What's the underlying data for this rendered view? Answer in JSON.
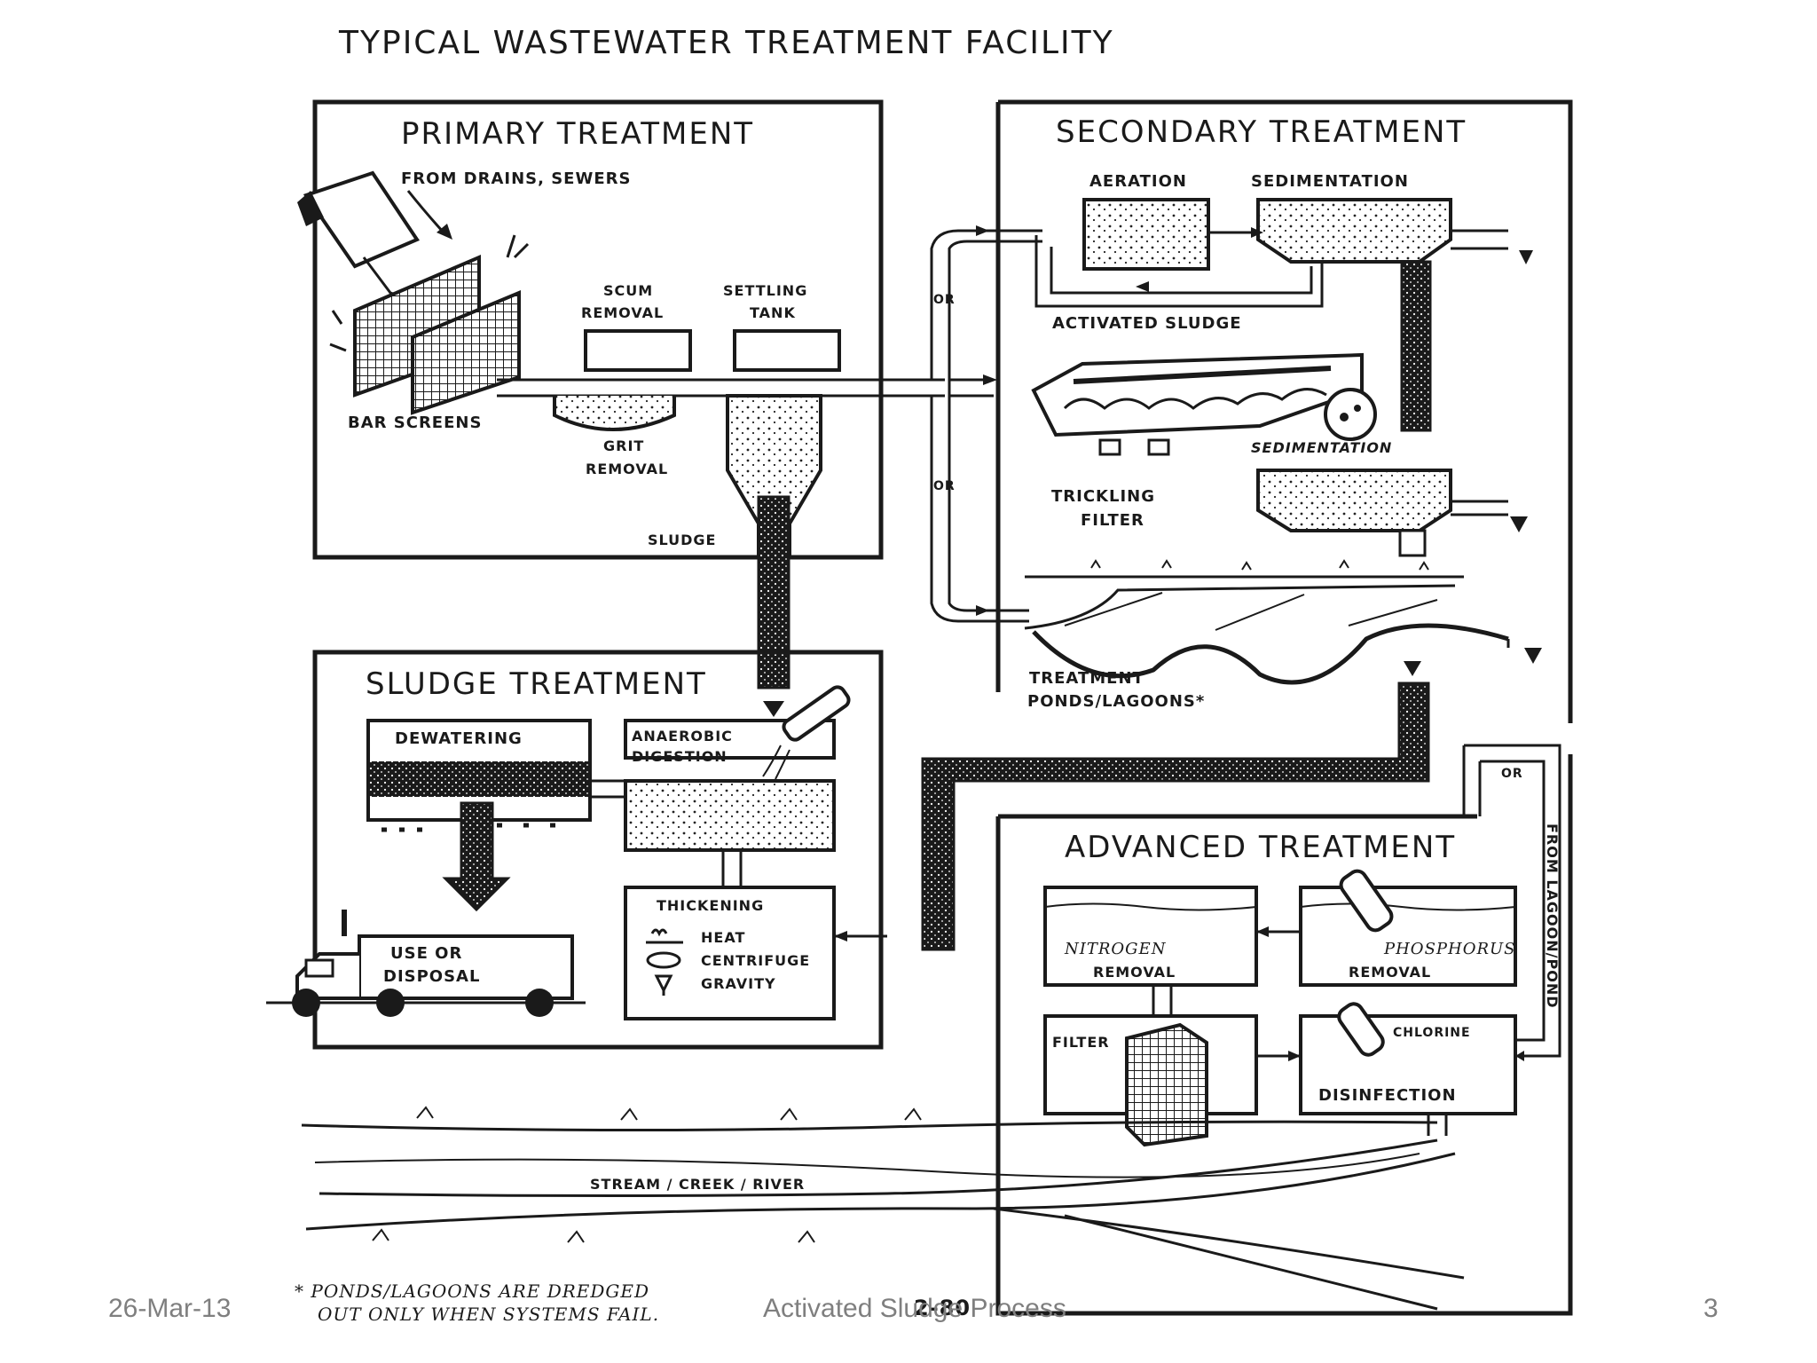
{
  "diagram": {
    "title": "TYPICAL WASTEWATER TREATMENT FACILITY",
    "primary": {
      "heading": "PRIMARY TREATMENT",
      "inflow": "FROM DRAINS, SEWERS",
      "scum": [
        "SCUM",
        "REMOVAL"
      ],
      "settling": [
        "SETTLING",
        "TANK"
      ],
      "bar_screens": "BAR SCREENS",
      "grit": [
        "GRIT",
        "REMOVAL"
      ],
      "sludge": "SLUDGE"
    },
    "secondary": {
      "heading": "SECONDARY TREATMENT",
      "aeration": "AERATION",
      "sedimentation_top": "SEDIMENTATION",
      "activated_sludge": "ACTIVATED SLUDGE",
      "or_1": "OR",
      "or_2": "OR",
      "sedimentation_mid": "SEDIMENTATION",
      "trickling": [
        "TRICKLING",
        "FILTER"
      ],
      "ponds": [
        "TREATMENT",
        "PONDS/LAGOONS*"
      ]
    },
    "sludge": {
      "heading": "SLUDGE TREATMENT",
      "dewatering": "DEWATERING",
      "anaerobic": [
        "ANAEROBIC",
        "DIGESTION"
      ],
      "use_disposal": [
        "USE OR",
        "DISPOSAL"
      ],
      "thickening": "THICKENING",
      "thick_methods": [
        "HEAT",
        "CENTRIFUGE",
        "GRAVITY"
      ]
    },
    "advanced": {
      "heading": "ADVANCED TREATMENT",
      "nitrogen": [
        "NITROGEN",
        "REMOVAL"
      ],
      "phosphorus": [
        "PHOSPHORUS",
        "REMOVAL"
      ],
      "filter": "FILTER",
      "chlorine": "CHLORINE",
      "disinfection": "DISINFECTION",
      "or": "OR",
      "from_lagoon": "FROM LAGOON/POND"
    },
    "stream": "STREAM / CREEK / RIVER",
    "footnote": [
      "* PONDS/LAGOONS ARE DREDGED",
      "OUT ONLY WHEN SYSTEMS FAIL."
    ],
    "page_code": "2-80"
  },
  "footer": {
    "date": "26-Mar-13",
    "title": "Activated Sludge Process",
    "slide_number": "3"
  }
}
